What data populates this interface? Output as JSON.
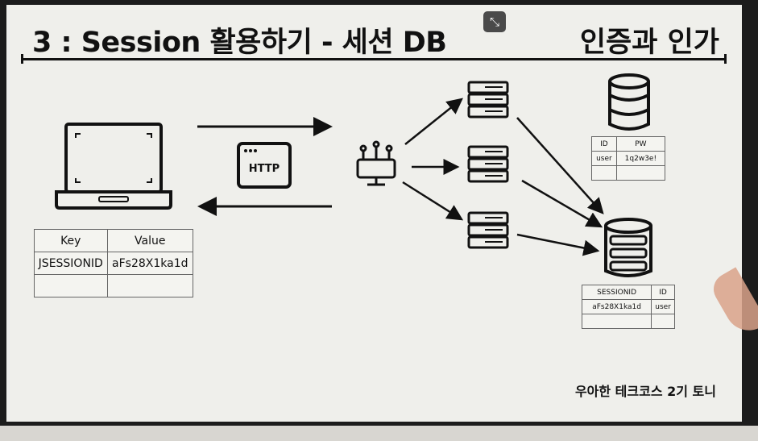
{
  "slide": {
    "title": "3 : Session 활용하기 - 세션 DB",
    "subtitle": "인증과 인가",
    "footer": "우아한 테크코스 2기 토니"
  },
  "icons": {
    "laptop": "laptop-icon",
    "http": "http-window-icon",
    "load_balancer": "network-hub-icon",
    "server": "server-rack-icon",
    "database": "database-icon",
    "fullscreen": "exit-fullscreen-icon"
  },
  "http_label": "HTTP",
  "cookie_table": {
    "headers": [
      "Key",
      "Value"
    ],
    "rows": [
      [
        "JSESSIONID",
        "aFs28X1ka1d"
      ],
      [
        "",
        ""
      ]
    ]
  },
  "user_table": {
    "headers": [
      "ID",
      "PW"
    ],
    "rows": [
      [
        "user",
        "1q2w3e!"
      ],
      [
        "",
        ""
      ]
    ]
  },
  "session_table": {
    "headers": [
      "SESSIONID",
      "ID"
    ],
    "rows": [
      [
        "aFs28X1ka1d",
        "user"
      ],
      [
        "",
        ""
      ]
    ]
  },
  "colors": {
    "background": "#efefeb",
    "ink": "#111111",
    "bezel": "#1c1c1c"
  }
}
